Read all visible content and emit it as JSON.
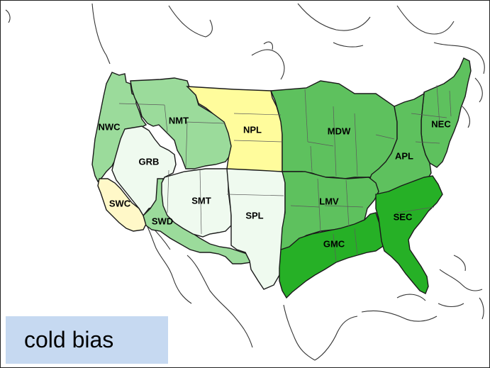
{
  "legend": {
    "label": "cold bias",
    "background": "#c6d9f1"
  },
  "regions": [
    {
      "code": "NWC",
      "fill": "#9bdb9b"
    },
    {
      "code": "NMT",
      "fill": "#9bdb9b"
    },
    {
      "code": "NPL",
      "fill": "#fffc9c"
    },
    {
      "code": "MDW",
      "fill": "#5ec15e"
    },
    {
      "code": "NEC",
      "fill": "#5ec15e"
    },
    {
      "code": "APL",
      "fill": "#5ec15e"
    },
    {
      "code": "GRB",
      "fill": "#effaef"
    },
    {
      "code": "SWC",
      "fill": "#fff8c8"
    },
    {
      "code": "SWD",
      "fill": "#9bdb9b"
    },
    {
      "code": "SMT",
      "fill": "#effaef"
    },
    {
      "code": "SPL",
      "fill": "#effaef"
    },
    {
      "code": "LMV",
      "fill": "#5ec15e"
    },
    {
      "code": "GMC",
      "fill": "#26b026"
    },
    {
      "code": "SEC",
      "fill": "#26b026"
    }
  ]
}
